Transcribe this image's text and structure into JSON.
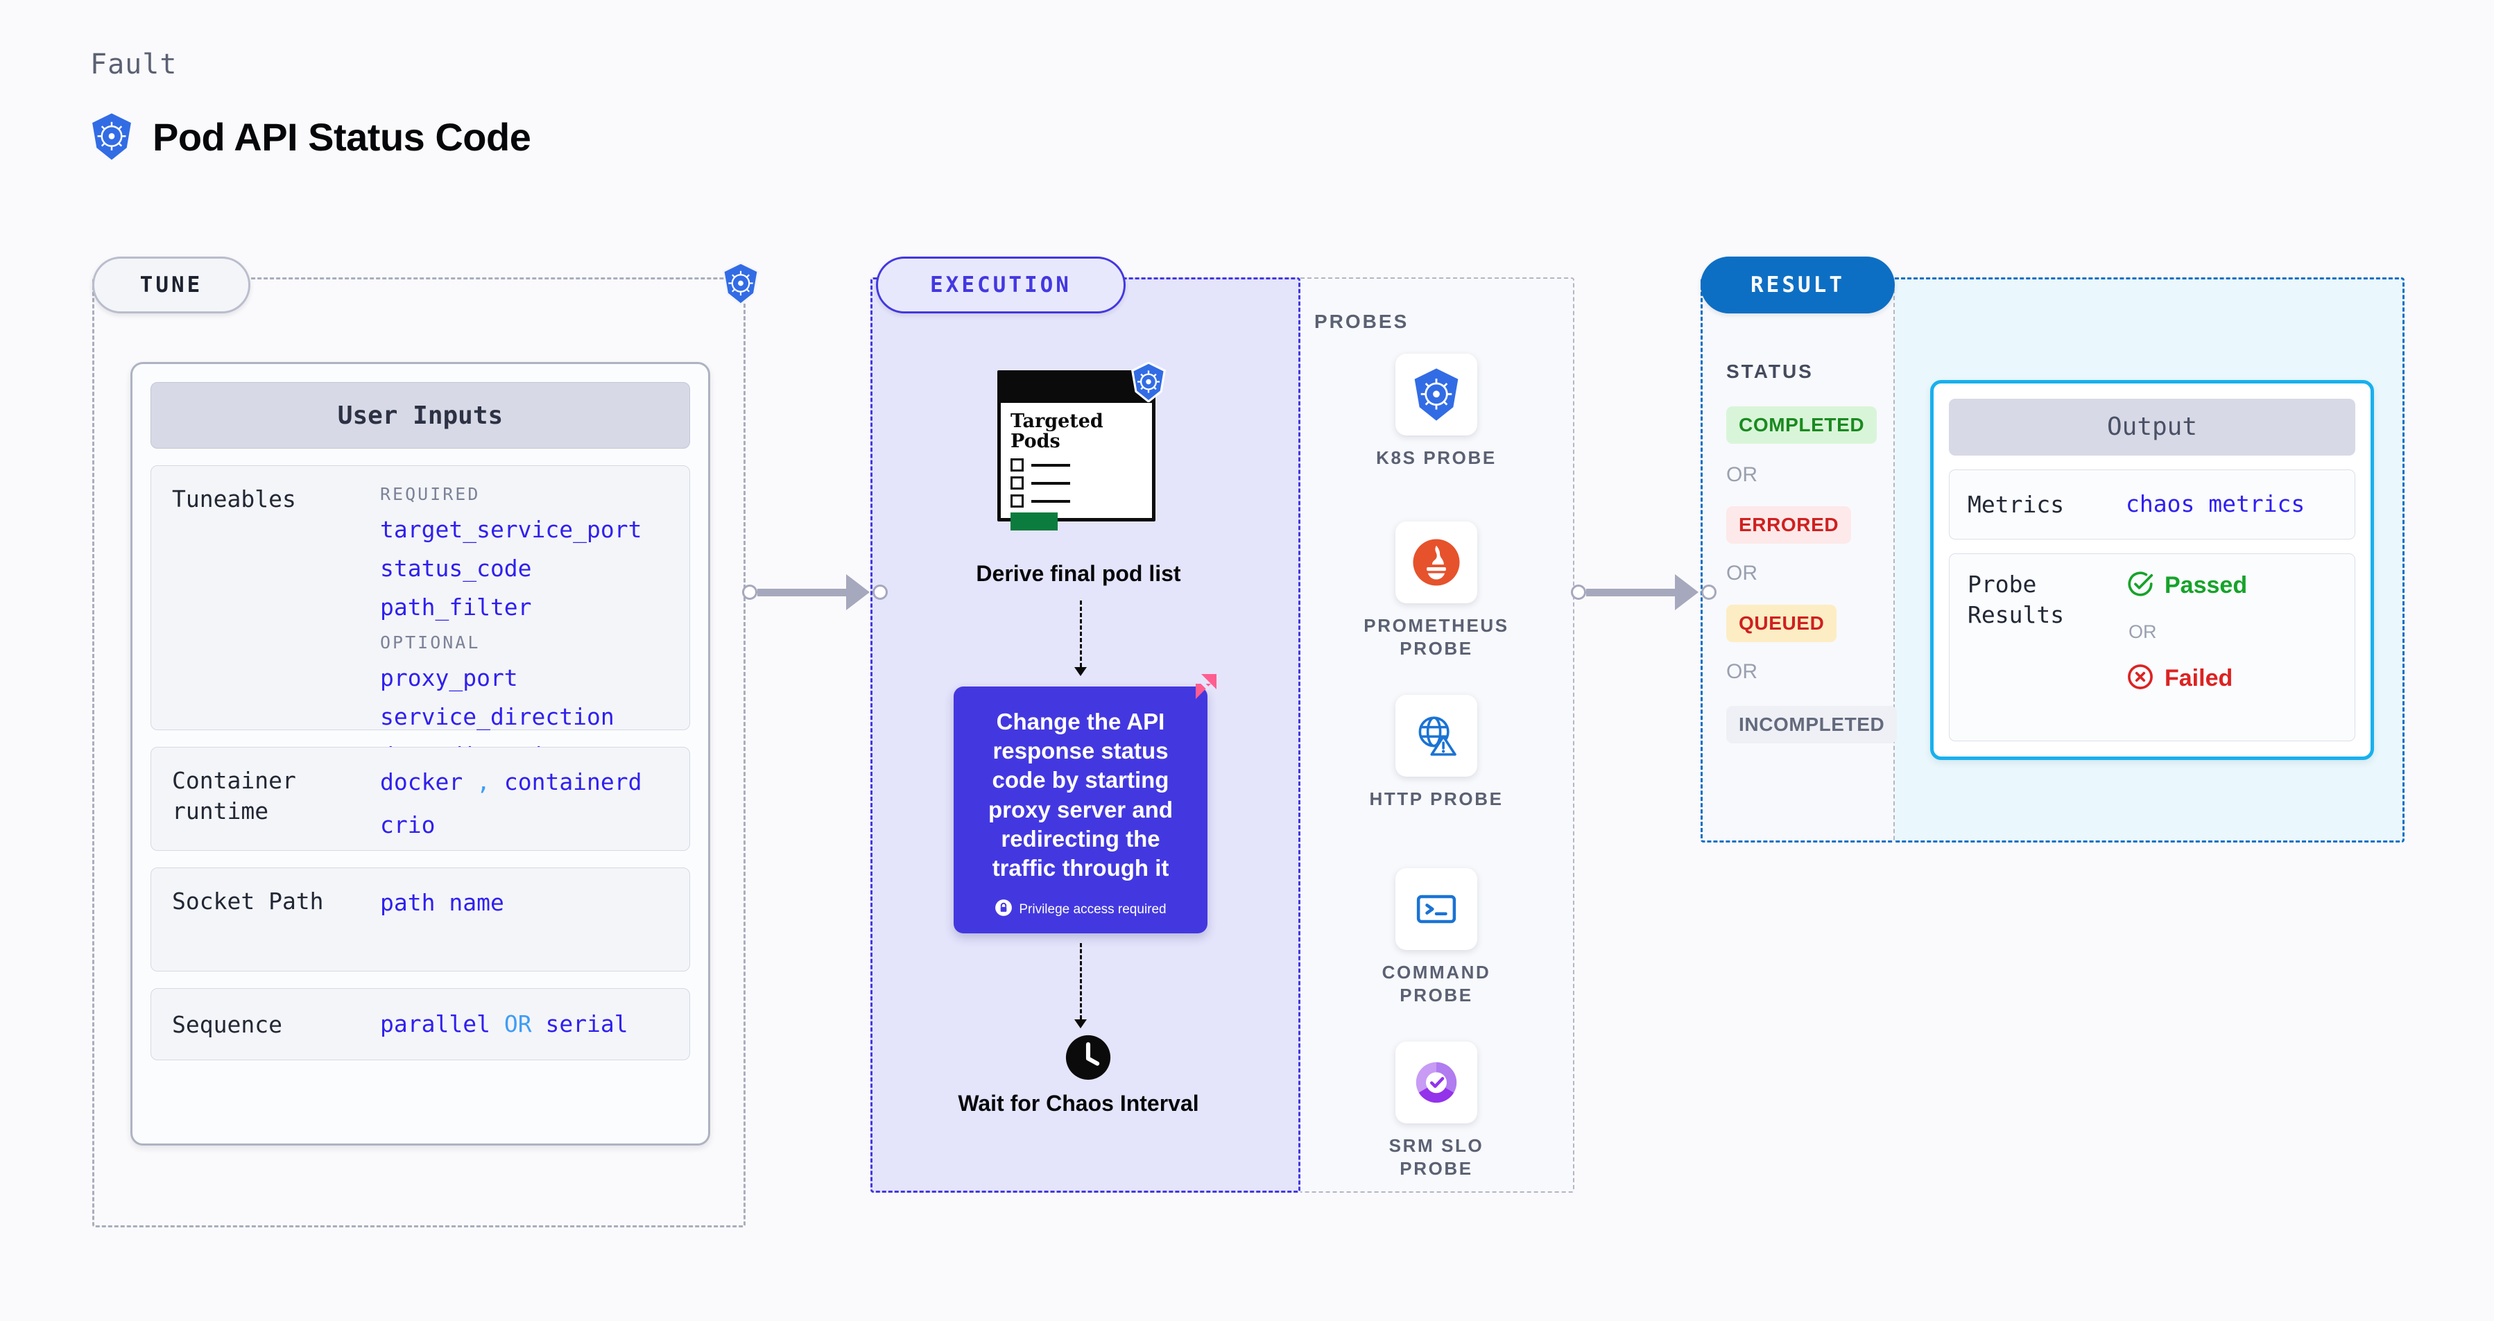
{
  "header": {
    "eyebrow": "Fault",
    "title": "Pod API Status Code",
    "logo_icon": "kubernetes-icon"
  },
  "stages": {
    "tune": {
      "label": "TUNE"
    },
    "execution": {
      "label": "EXECUTION"
    },
    "result": {
      "label": "RESULT"
    }
  },
  "tune": {
    "card_title": "User Inputs",
    "tuneables": {
      "label": "Tuneables",
      "required_label": "REQUIRED",
      "required": [
        "target_service_port",
        "status_code",
        "path_filter"
      ],
      "optional_label": "OPTIONAL",
      "optional": [
        "proxy_port",
        "service_direction",
        "data_direction"
      ]
    },
    "container_runtime": {
      "label": "Container runtime",
      "values": [
        "docker",
        "containerd",
        "crio"
      ],
      "separator": ","
    },
    "socket_path": {
      "label": "Socket Path",
      "value": "path name"
    },
    "sequence": {
      "label": "Sequence",
      "value_a": "parallel",
      "or": "OR",
      "value_b": "serial"
    }
  },
  "execution": {
    "pods_card": {
      "title": "Targeted Pods",
      "badge_icon": "kubernetes-icon"
    },
    "pods_caption": "Derive final pod list",
    "action": {
      "text": "Change the API response status code by starting proxy server and redirecting the traffic through it",
      "privilege": "Privilege access required",
      "privilege_icon": "lock-icon",
      "corner_icon": "chaos-mark-icon"
    },
    "wait": {
      "icon": "clock-icon",
      "caption": "Wait for Chaos Interval"
    }
  },
  "probes": {
    "title": "PROBES",
    "items": [
      {
        "label": "K8S PROBE",
        "icon": "kubernetes-icon"
      },
      {
        "label": "PROMETHEUS PROBE",
        "icon": "prometheus-icon"
      },
      {
        "label": "HTTP PROBE",
        "icon": "http-globe-icon"
      },
      {
        "label": "COMMAND PROBE",
        "icon": "terminal-icon"
      },
      {
        "label": "SRM SLO PROBE",
        "icon": "srm-slo-icon"
      }
    ]
  },
  "result": {
    "status_title": "STATUS",
    "or": "OR",
    "badges": [
      {
        "label": "COMPLETED",
        "color": "#1a8a20",
        "bg": "#d9f5d9"
      },
      {
        "label": "ERRORED",
        "color": "#cf2020",
        "bg": "#fde9e9"
      },
      {
        "label": "QUEUED",
        "color": "#cf2020",
        "bg": "#fcedc4"
      },
      {
        "label": "INCOMPLETED",
        "color": "#636a7d",
        "bg": "#eff0f5"
      }
    ]
  },
  "output": {
    "card_title": "Output",
    "metrics": {
      "label": "Metrics",
      "value": "chaos metrics"
    },
    "probe_results": {
      "label": "Probe Results",
      "passed": "Passed",
      "or": "OR",
      "failed": "Failed",
      "passed_icon": "check-circle-icon",
      "failed_icon": "x-circle-icon"
    }
  },
  "colors": {
    "accent_indigo": "#4338e0",
    "accent_blue": "#0d6fc4",
    "accent_cyan": "#18b0ee",
    "mono_blue": "#2f20ee",
    "k8s_blue": "#326ce5",
    "pass_green": "#16a32a",
    "fail_red": "#dd2222",
    "chaos_pink": "#ff5d8f"
  }
}
